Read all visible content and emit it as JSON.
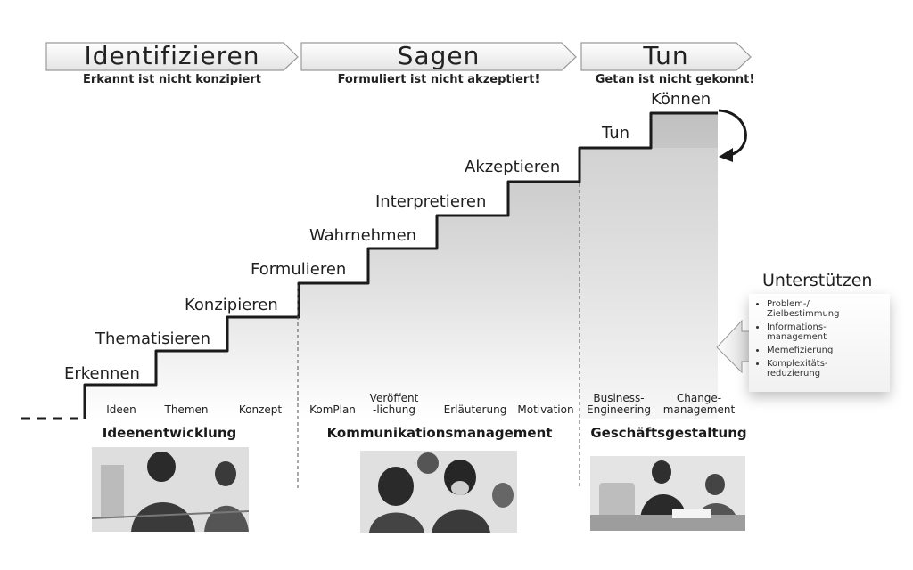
{
  "phases": [
    {
      "title": "Identifizieren",
      "subtitle": "Erkannt ist nicht konzipiert"
    },
    {
      "title": "Sagen",
      "subtitle": "Formuliert ist nicht akzeptiert!"
    },
    {
      "title": "Tun",
      "subtitle": "Getan ist nicht gekonnt!"
    }
  ],
  "steps": [
    "Erkennen",
    "Thematisieren",
    "Konzipieren",
    "Formulieren",
    "Wahrnehmen",
    "Interpretieren",
    "Akzeptieren",
    "Tun",
    "Können"
  ],
  "sections": [
    {
      "title": "Ideenentwicklung",
      "items": [
        "Ideen",
        "Themen",
        "Konzept"
      ]
    },
    {
      "title": "Kommunikationsmanagement",
      "items": [
        "KomPlan",
        "Veröffent\n-lichung",
        "Erläuterung",
        "Motivation"
      ]
    },
    {
      "title": "Geschäftsgestaltung",
      "items": [
        "Business-\nEngineering",
        "Change-\nmanagement"
      ]
    }
  ],
  "support": {
    "title": "Unterstützen",
    "items": [
      "Problem-/\nZielbestimmung",
      "Informations-\nmanagement",
      "Memefizierung",
      "Komplexitäts-\nreduzierung"
    ]
  },
  "photos": [
    {
      "name": "photo-idea-team"
    },
    {
      "name": "photo-communication-group"
    },
    {
      "name": "photo-business-meeting"
    }
  ]
}
